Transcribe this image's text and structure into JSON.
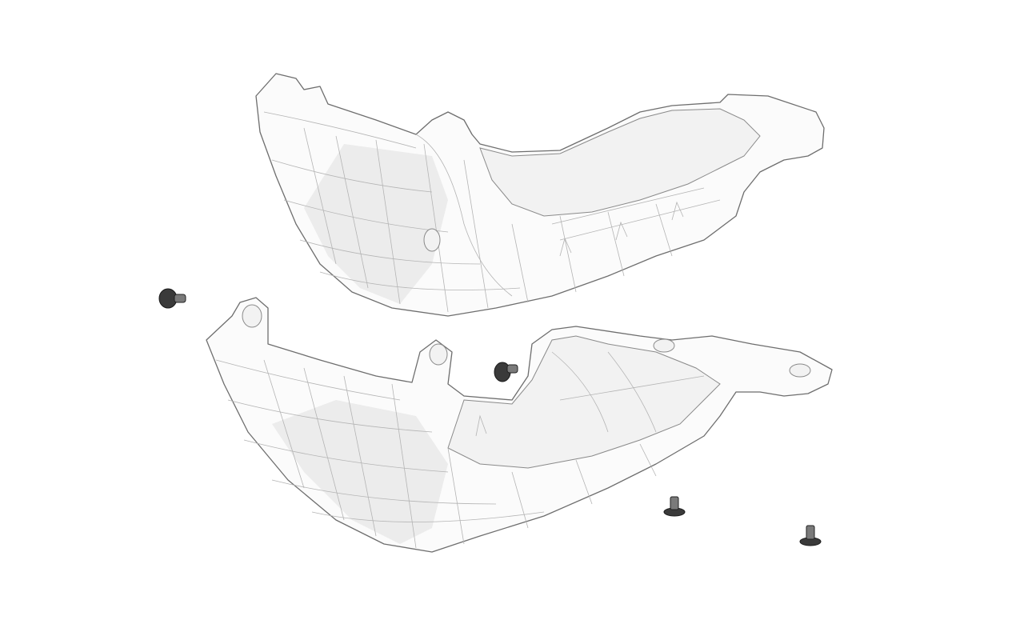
{
  "illustration": {
    "parts": [
      {
        "name": "upper-skid-plate"
      },
      {
        "name": "lower-skid-plate"
      }
    ],
    "bolt_count": 4,
    "colors": {
      "background": "#ffffff",
      "plate_fill": "#fbfbfb",
      "plate_outline": "#6e6e6e",
      "bolt": "#3a3a3a"
    }
  }
}
